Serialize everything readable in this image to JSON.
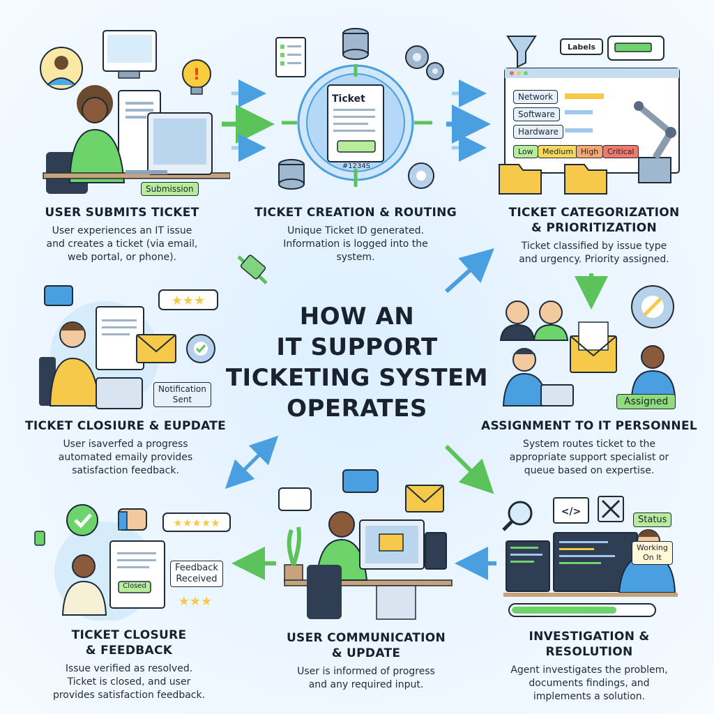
{
  "title": "HOW AN IT SUPPORT TICKETING SYSTEM OPERATES",
  "title_lines": [
    "HOW AN",
    "IT SUPPORT",
    "TICKETING SYSTEM",
    "OPERATES"
  ],
  "colors": {
    "background": "#e6f3ff",
    "green": "#6cd46a",
    "blue": "#4a9fe0",
    "yellow": "#f6c94a",
    "red": "#f06a5a",
    "dark": "#1d2a3a"
  },
  "steps": [
    {
      "id": "user-submits",
      "title": "USER SUBMITS TICKET",
      "desc": [
        "User experiences an IT issue",
        "and creates a ticket (via email,",
        "web portal, or phone)."
      ],
      "labels": {
        "button": "Submission"
      }
    },
    {
      "id": "ticket-creation",
      "title": "TICKET CREATION & ROUTING",
      "desc": [
        "Unique Ticket ID generated.",
        "Information is logged into the",
        "system."
      ],
      "labels": {
        "ticket": "Ticket",
        "ticket_id": "#1234S"
      }
    },
    {
      "id": "categorization",
      "title_lines": [
        "TICKET CATEGORIZATION",
        "& PRIORITIZATION"
      ],
      "desc": [
        "Ticket classified by issue type",
        "and urgency. Priority assigned."
      ],
      "labels": {
        "labels_tag": "Labels",
        "categories": [
          "Network",
          "Software",
          "Hardware"
        ],
        "priorities": [
          "Low",
          "Medium",
          "High",
          "Critical"
        ]
      }
    },
    {
      "id": "assignment",
      "title": "ASSIGNMENT TO IT PERSONNEL",
      "desc": [
        "System routes ticket to the",
        "appropriate support specialist or",
        "queue based on expertise."
      ],
      "labels": {
        "badge": "Assigned"
      }
    },
    {
      "id": "investigation",
      "title_lines": [
        "INVESTIGATION &",
        "RESOLUTION"
      ],
      "desc": [
        "Agent investigates the problem,",
        "documents findings, and",
        "implements a solution."
      ],
      "labels": {
        "status": "Status",
        "working": [
          "Working",
          "On It"
        ]
      }
    },
    {
      "id": "communication",
      "title_lines": [
        "USER COMMUNICATION",
        "& UPDATE"
      ],
      "desc": [
        "User is informed of progress",
        "and any required input."
      ]
    },
    {
      "id": "closure-feedback",
      "title_lines": [
        "TICKET CLOSURE",
        "& FEEDBACK"
      ],
      "desc": [
        "Issue verified as resolved.",
        "Ticket is closed, and user",
        "provides satisfaction feedback."
      ],
      "labels": {
        "closed": "Closed",
        "feedback": [
          "Feedback",
          "Received"
        ]
      }
    },
    {
      "id": "closure-update",
      "title": "TICKET CLOSIURE & EUPDATE",
      "desc": [
        "User isaverfed a progress",
        "automated emaily provides",
        "satisfaction feedback."
      ],
      "labels": {
        "notification": [
          "Notification",
          "Sent"
        ]
      }
    }
  ]
}
